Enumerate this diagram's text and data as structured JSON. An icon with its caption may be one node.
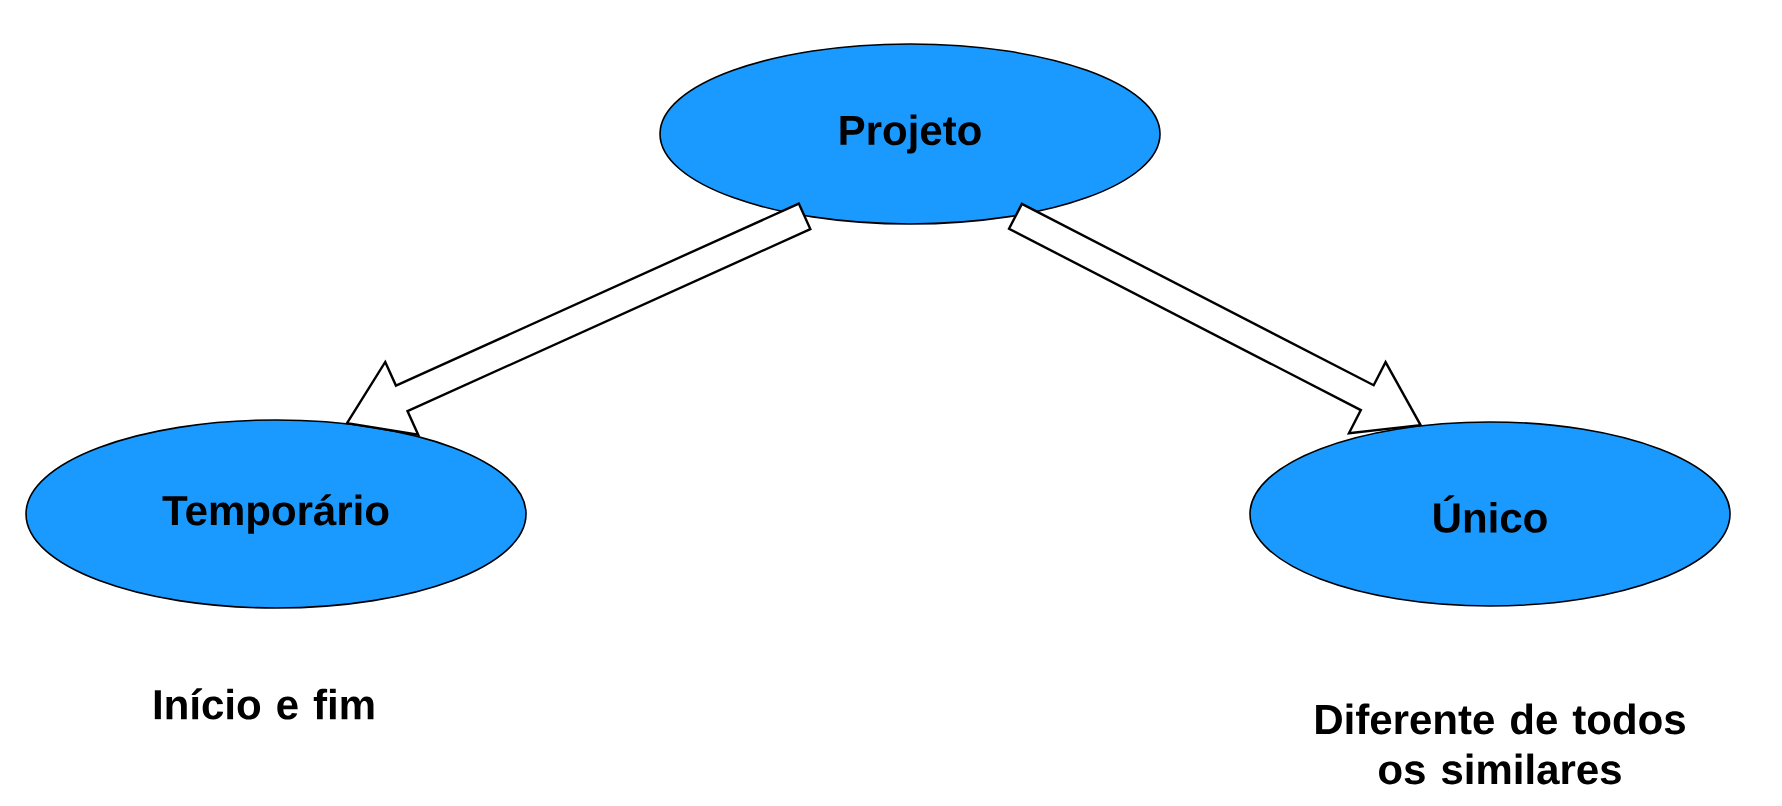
{
  "diagram": {
    "nodes": [
      {
        "text": [
          "Projeto"
        ]
      },
      {
        "text": [
          "Temporário"
        ],
        "beside": [
          "Início e fim"
        ]
      },
      {
        "text": [
          "Único"
        ],
        "beside": [
          "Diferente de todos os similares"
        ]
      }
    ],
    "edges": [
      {
        "from": 0,
        "to": 1,
        "arrow": "to"
      },
      {
        "from": 0,
        "to": 2,
        "arrow": "to"
      }
    ]
  }
}
